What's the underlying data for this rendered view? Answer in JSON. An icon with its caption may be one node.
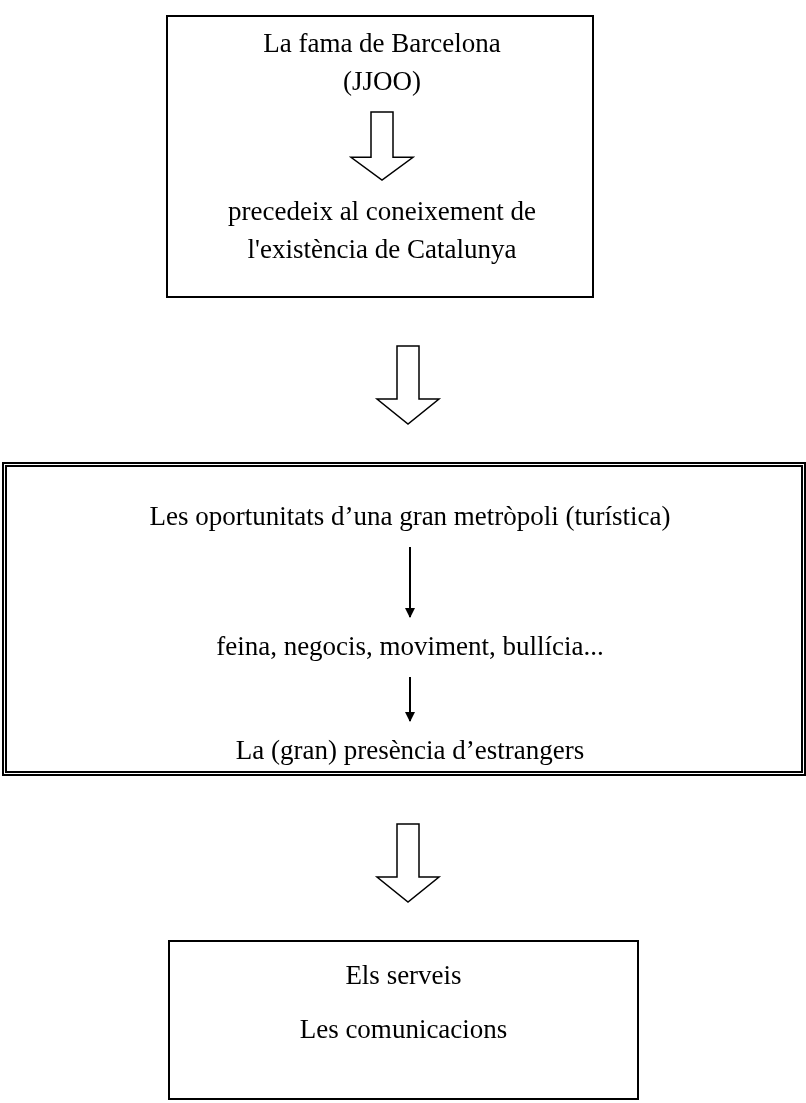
{
  "diagram": {
    "nodes": [
      {
        "text": [],
        "shape": "box"
      },
      {
        "text": [
          "La fama de Barcelona (JJOO)"
        ],
        "in": 0
      },
      {
        "text": [
          "precedeix al coneixement de l'existència de Catalunya"
        ],
        "in": 0
      },
      {
        "text": [],
        "shape": "box"
      },
      {
        "text": [
          "Les oportunitats d’una gran metròpoli (turística)"
        ],
        "in": 3
      },
      {
        "text": [
          "feina, negocis, moviment, bullícia..."
        ],
        "in": 3
      },
      {
        "text": [
          "La (gran) presència d’estrangers"
        ],
        "in": 3
      },
      {
        "text": [
          "Els serveis",
          "Les comunicacions"
        ]
      }
    ],
    "edges": [
      {
        "from": 1,
        "to": 2,
        "arrow": "to",
        "style": "thick"
      },
      {
        "from": 0,
        "to": 3,
        "arrow": "to",
        "style": "thick"
      },
      {
        "from": 4,
        "to": 5,
        "arrow": "to"
      },
      {
        "from": 5,
        "to": 6,
        "arrow": "to"
      },
      {
        "from": 3,
        "to": 7,
        "arrow": "to",
        "style": "thick"
      }
    ]
  }
}
